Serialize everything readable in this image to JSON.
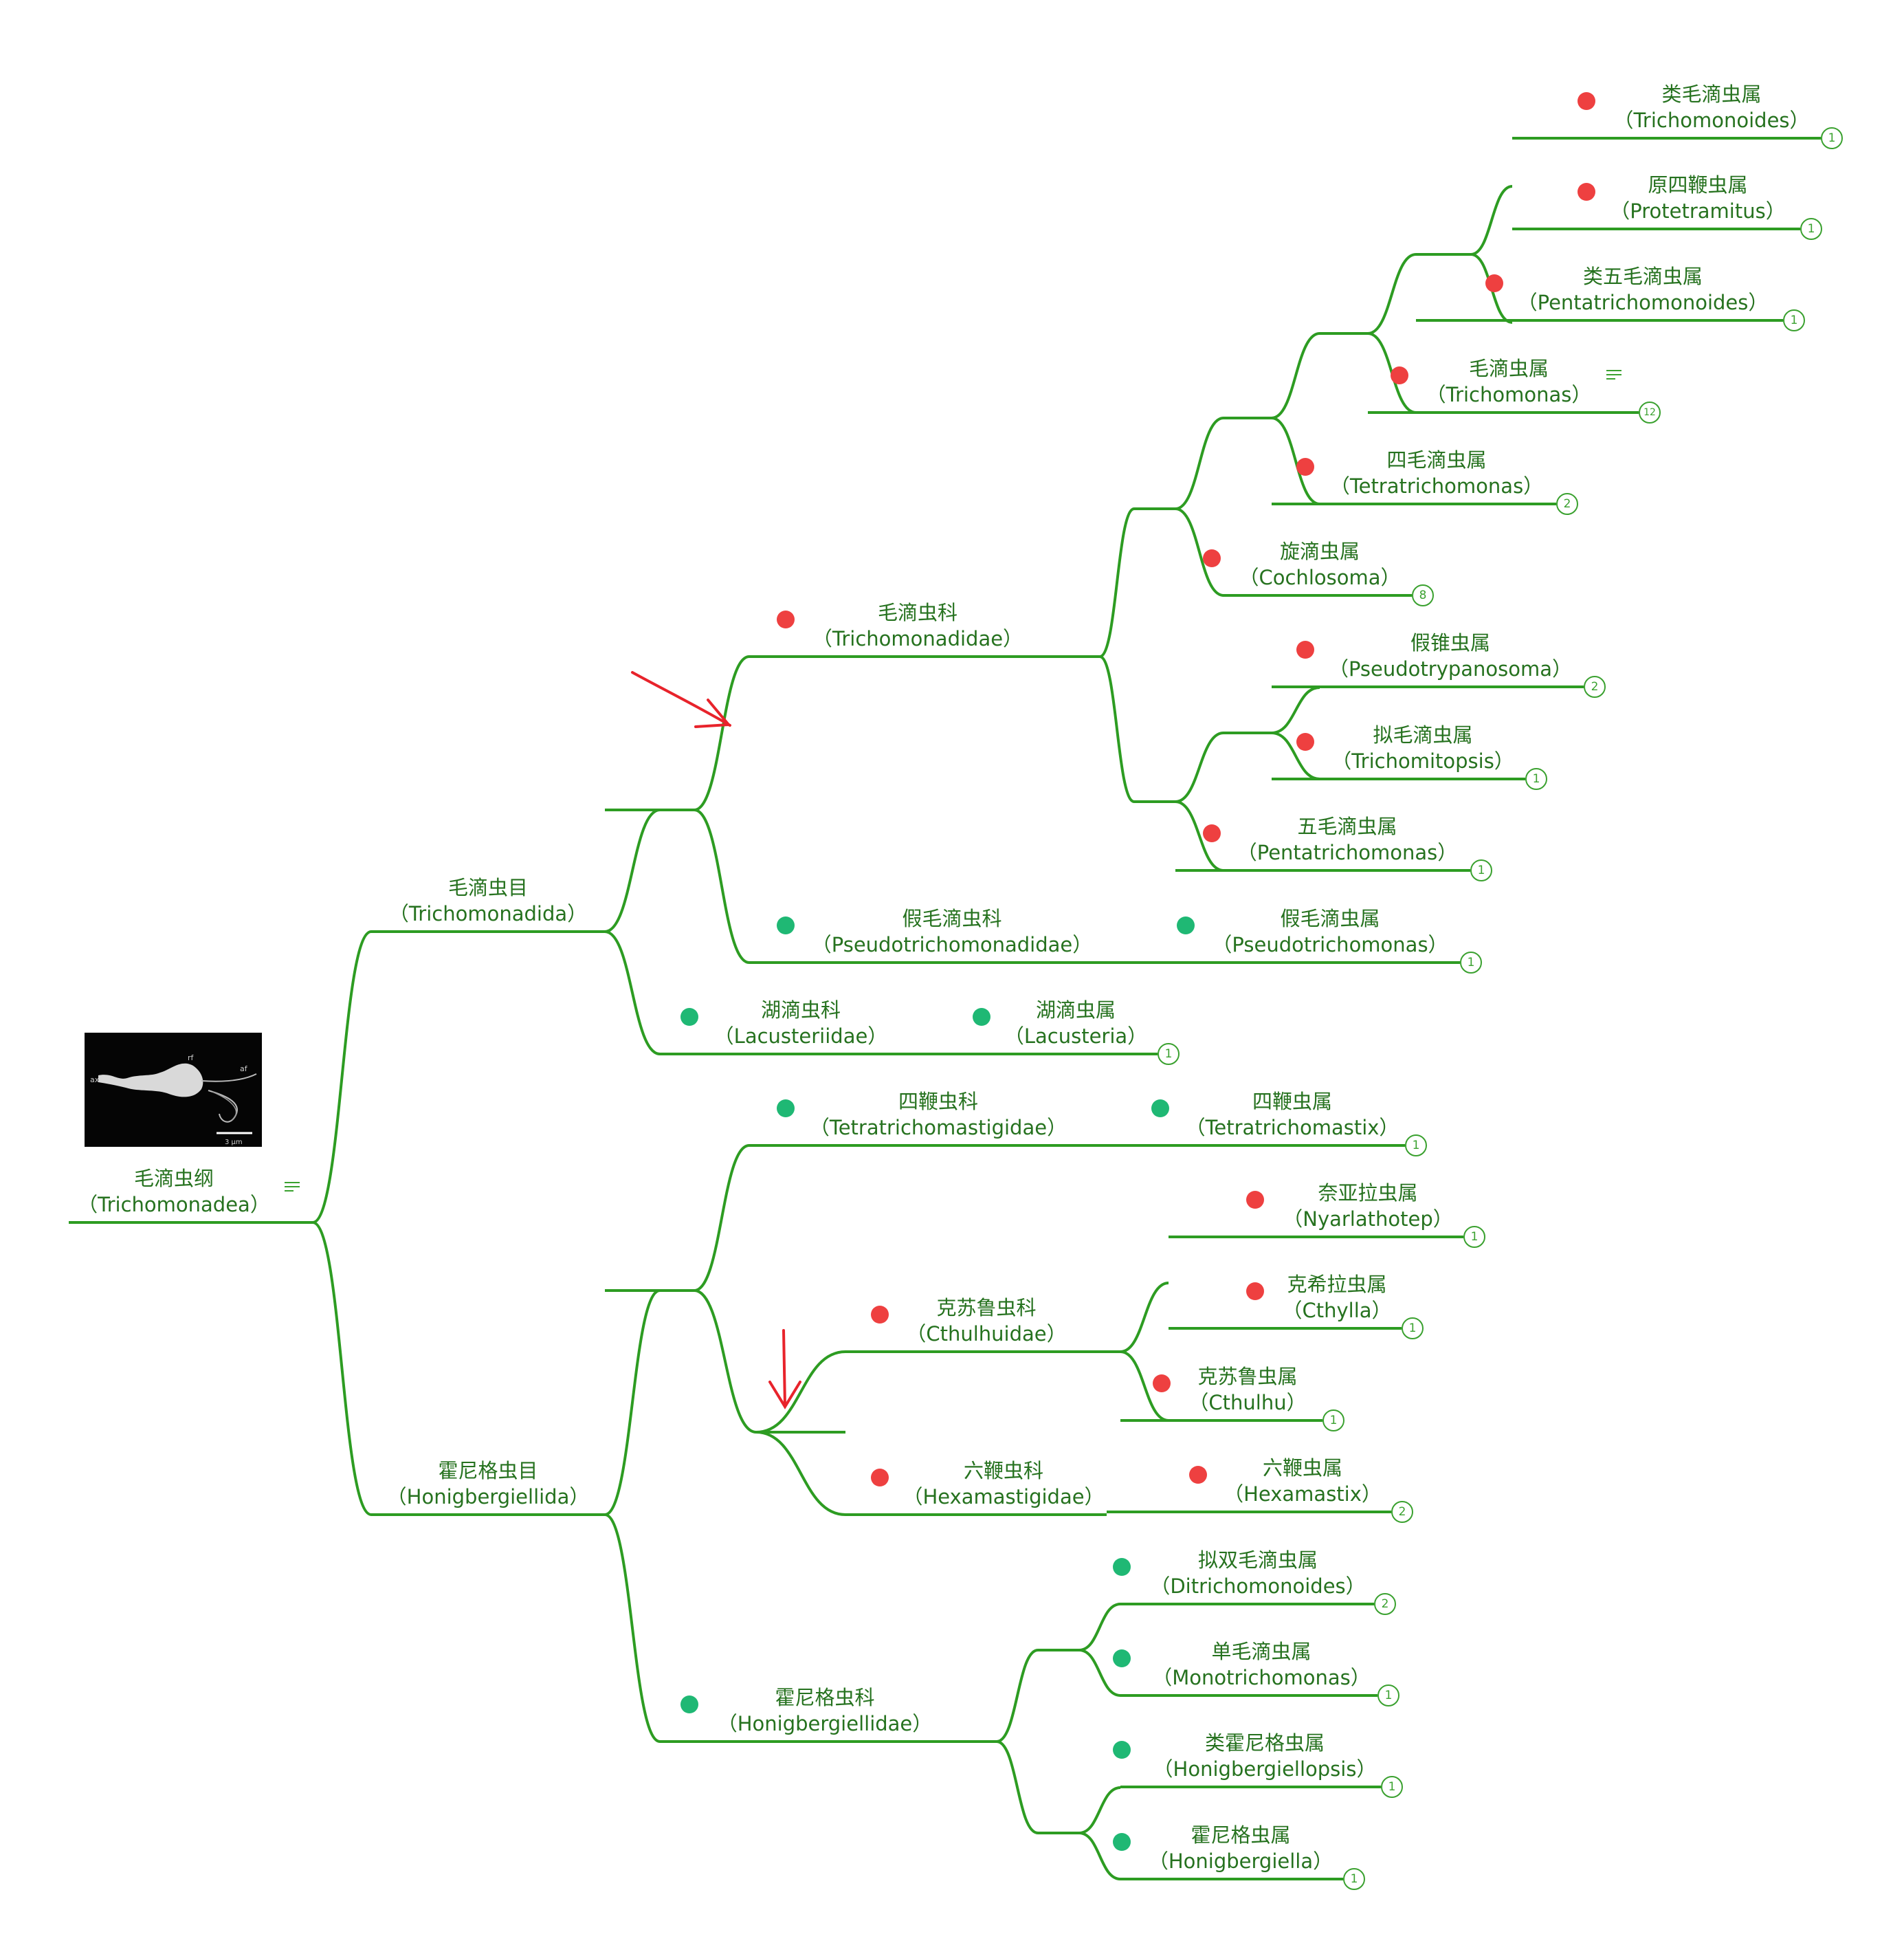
{
  "colors": {
    "line": "#2d9c22",
    "text": "#26721f",
    "red": "#ee4040",
    "green": "#1fb874",
    "arrow": "#e8232b"
  },
  "root": {
    "cn": "毛滴虫纲",
    "lt": "（Trichomonadea）",
    "has_note": true,
    "image": {
      "labels": [
        "rf",
        "ax",
        "af",
        "3 μm"
      ]
    }
  },
  "orders": [
    {
      "cn": "毛滴虫目",
      "lt": "（Trichomonadida）"
    },
    {
      "cn": "霍尼格虫目",
      "lt": "（Honigbergiellida）"
    }
  ],
  "families": [
    {
      "cn": "毛滴虫科",
      "lt": "（Trichomonadidae）",
      "dot": "red"
    },
    {
      "cn": "假毛滴虫科",
      "lt": "（Pseudotrichomonadidae）",
      "dot": "green"
    },
    {
      "cn": "湖滴虫科",
      "lt": "（Lacusteriidae）",
      "dot": "green"
    },
    {
      "cn": "四鞭虫科",
      "lt": "（Tetratrichomastigidae）",
      "dot": "green"
    },
    {
      "cn": "克苏鲁虫科",
      "lt": "（Cthulhuidae）",
      "dot": "red"
    },
    {
      "cn": "六鞭虫科",
      "lt": "（Hexamastigidae）",
      "dot": "red"
    },
    {
      "cn": "霍尼格虫科",
      "lt": "（Honigbergiellidae）",
      "dot": "green"
    }
  ],
  "genera": [
    {
      "cn": "类毛滴虫属",
      "lt": "（Trichomonoides）",
      "dot": "red",
      "count": "1"
    },
    {
      "cn": "原四鞭虫属",
      "lt": "（Protetramitus）",
      "dot": "red",
      "count": "1"
    },
    {
      "cn": "类五毛滴虫属",
      "lt": "（Pentatrichomonoides）",
      "dot": "red",
      "count": "1"
    },
    {
      "cn": "毛滴虫属",
      "lt": "（Trichomonas）",
      "dot": "red",
      "count": "12",
      "has_note": true
    },
    {
      "cn": "四毛滴虫属",
      "lt": "（Tetratrichomonas）",
      "dot": "red",
      "count": "2"
    },
    {
      "cn": "旋滴虫属",
      "lt": "（Cochlosoma）",
      "dot": "red",
      "count": "8"
    },
    {
      "cn": "假锥虫属",
      "lt": "（Pseudotrypanosoma）",
      "dot": "red",
      "count": "2"
    },
    {
      "cn": "拟毛滴虫属",
      "lt": "（Trichomitopsis）",
      "dot": "red",
      "count": "1"
    },
    {
      "cn": "五毛滴虫属",
      "lt": "（Pentatrichomonas）",
      "dot": "red",
      "count": "1"
    },
    {
      "cn": "假毛滴虫属",
      "lt": "（Pseudotrichomonas）",
      "dot": "green",
      "count": "1"
    },
    {
      "cn": "湖滴虫属",
      "lt": "（Lacusteria）",
      "dot": "green",
      "count": "1"
    },
    {
      "cn": "四鞭虫属",
      "lt": "（Tetratrichomastix）",
      "dot": "green",
      "count": "1"
    },
    {
      "cn": "奈亚拉虫属",
      "lt": "（Nyarlathotep）",
      "dot": "red",
      "count": "1"
    },
    {
      "cn": "克希拉虫属",
      "lt": "（Cthylla）",
      "dot": "red",
      "count": "1"
    },
    {
      "cn": "克苏鲁虫属",
      "lt": "（Cthulhu）",
      "dot": "red",
      "count": "1"
    },
    {
      "cn": "六鞭虫属",
      "lt": "（Hexamastix）",
      "dot": "red",
      "count": "2"
    },
    {
      "cn": "拟双毛滴虫属",
      "lt": "（Ditrichomonoides）",
      "dot": "green",
      "count": "2"
    },
    {
      "cn": "单毛滴虫属",
      "lt": "（Monotrichomonas）",
      "dot": "green",
      "count": "1"
    },
    {
      "cn": "类霍尼格虫属",
      "lt": "（Honigbergiellopsis）",
      "dot": "green",
      "count": "1"
    },
    {
      "cn": "霍尼格虫属",
      "lt": "（Honigbergiella）",
      "dot": "green",
      "count": "1"
    }
  ]
}
